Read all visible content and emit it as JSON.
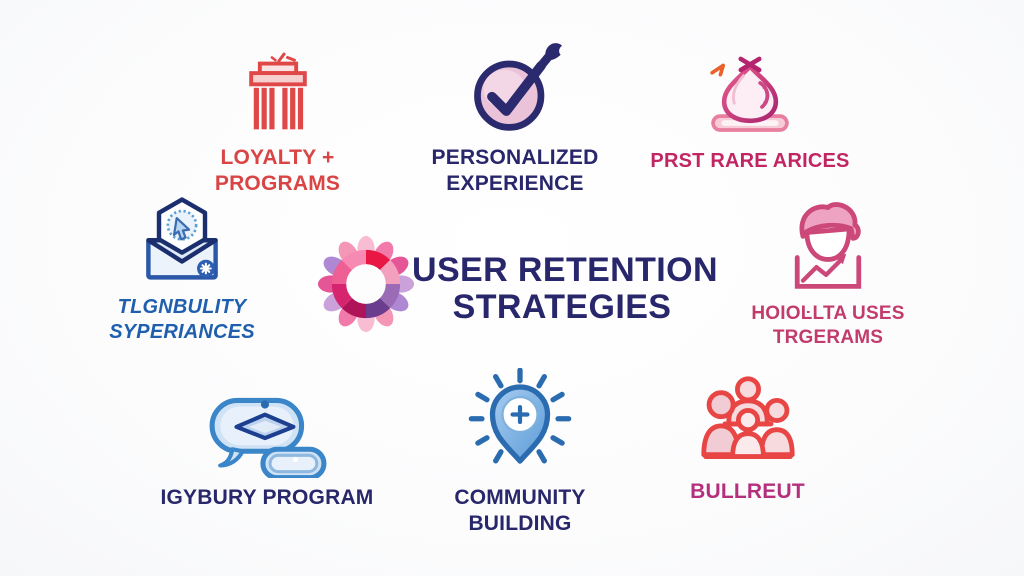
{
  "title": {
    "line1": "USER RETENTION",
    "line2": "STRATEGIES",
    "color": "#29276b",
    "icon": "flower-ring-icon"
  },
  "items": [
    {
      "name": "loyalty-programs",
      "icon": "bank-columns-icon",
      "label_line1": "LOYALTY +",
      "label_line2": "PROGRAMS",
      "color": "#d94545"
    },
    {
      "name": "personalized-experience",
      "icon": "target-check-icon",
      "label_line1": "PERSONALIZED",
      "label_line2": "EXPERIENCE",
      "color": "#29276b"
    },
    {
      "name": "prst-rare-arices",
      "icon": "onion-pencil-icon",
      "label_line1": "PRST RARE ARICES",
      "label_line2": "",
      "color": "#c22662"
    },
    {
      "name": "tlgnbulity-syperiances",
      "icon": "open-envelope-hexagon-icon",
      "label_line1": "TLGNBULITY",
      "label_line2": "SYPERIANCES",
      "color": "#1f5fae"
    },
    {
      "name": "hoiollta-uses-trgerams",
      "icon": "person-growth-chart-icon",
      "label_line1": "HOIOĿLTA USES",
      "label_line2": "TRGERAMS",
      "color": "#c23b6b"
    },
    {
      "name": "igybury-program",
      "icon": "chat-bubbles-icon",
      "label_line1": "IGYBURY PROGRAM",
      "label_line2": "",
      "color": "#29276b"
    },
    {
      "name": "community-building",
      "icon": "location-pin-rays-icon",
      "label_line1": "COMMUNITY",
      "label_line2": "BUILDING",
      "color": "#29276b"
    },
    {
      "name": "bullreut",
      "icon": "people-group-icon",
      "label_line1": "BULLREUT",
      "label_line2": "",
      "color": "#b5307c"
    }
  ]
}
